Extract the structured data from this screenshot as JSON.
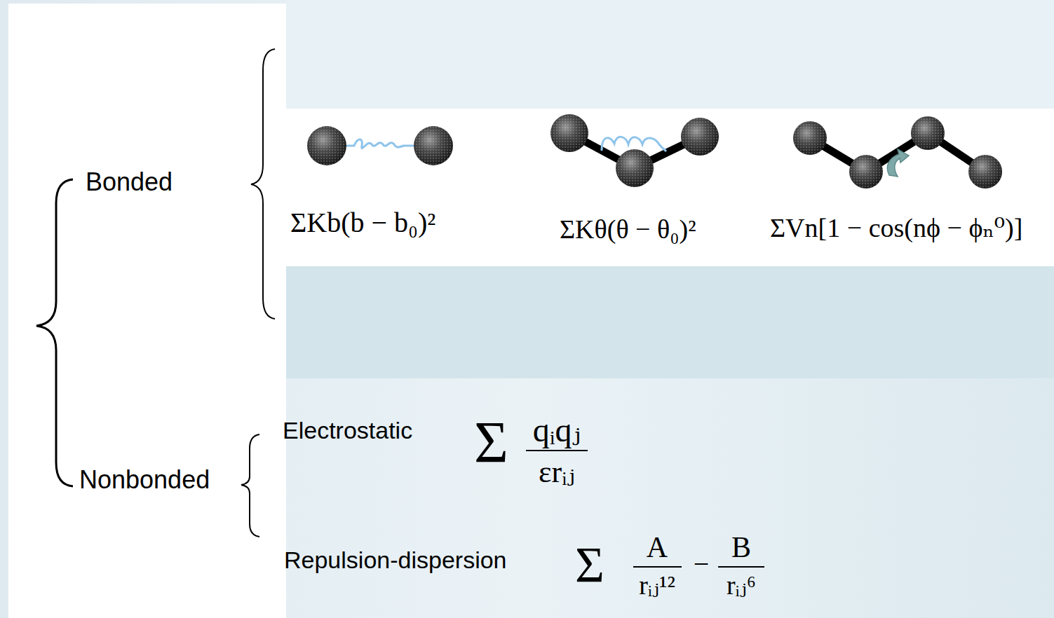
{
  "diagram": {
    "labels": [
      "Bonded",
      "ΣKb(b − b₀)²",
      "ΣKθ(θ − θ₀)²",
      "ΣVn[1 − cos(nϕ − ϕₙ⁰)]",
      "Nonbonded",
      "Electrostatic",
      "Σ",
      "qᵢqⱼ",
      "εrᵢⱼ",
      "Repulsion-dispersion",
      "Σ",
      "A",
      "rᵢⱼ¹²",
      "−",
      "B",
      "rᵢⱼ⁶"
    ]
  }
}
